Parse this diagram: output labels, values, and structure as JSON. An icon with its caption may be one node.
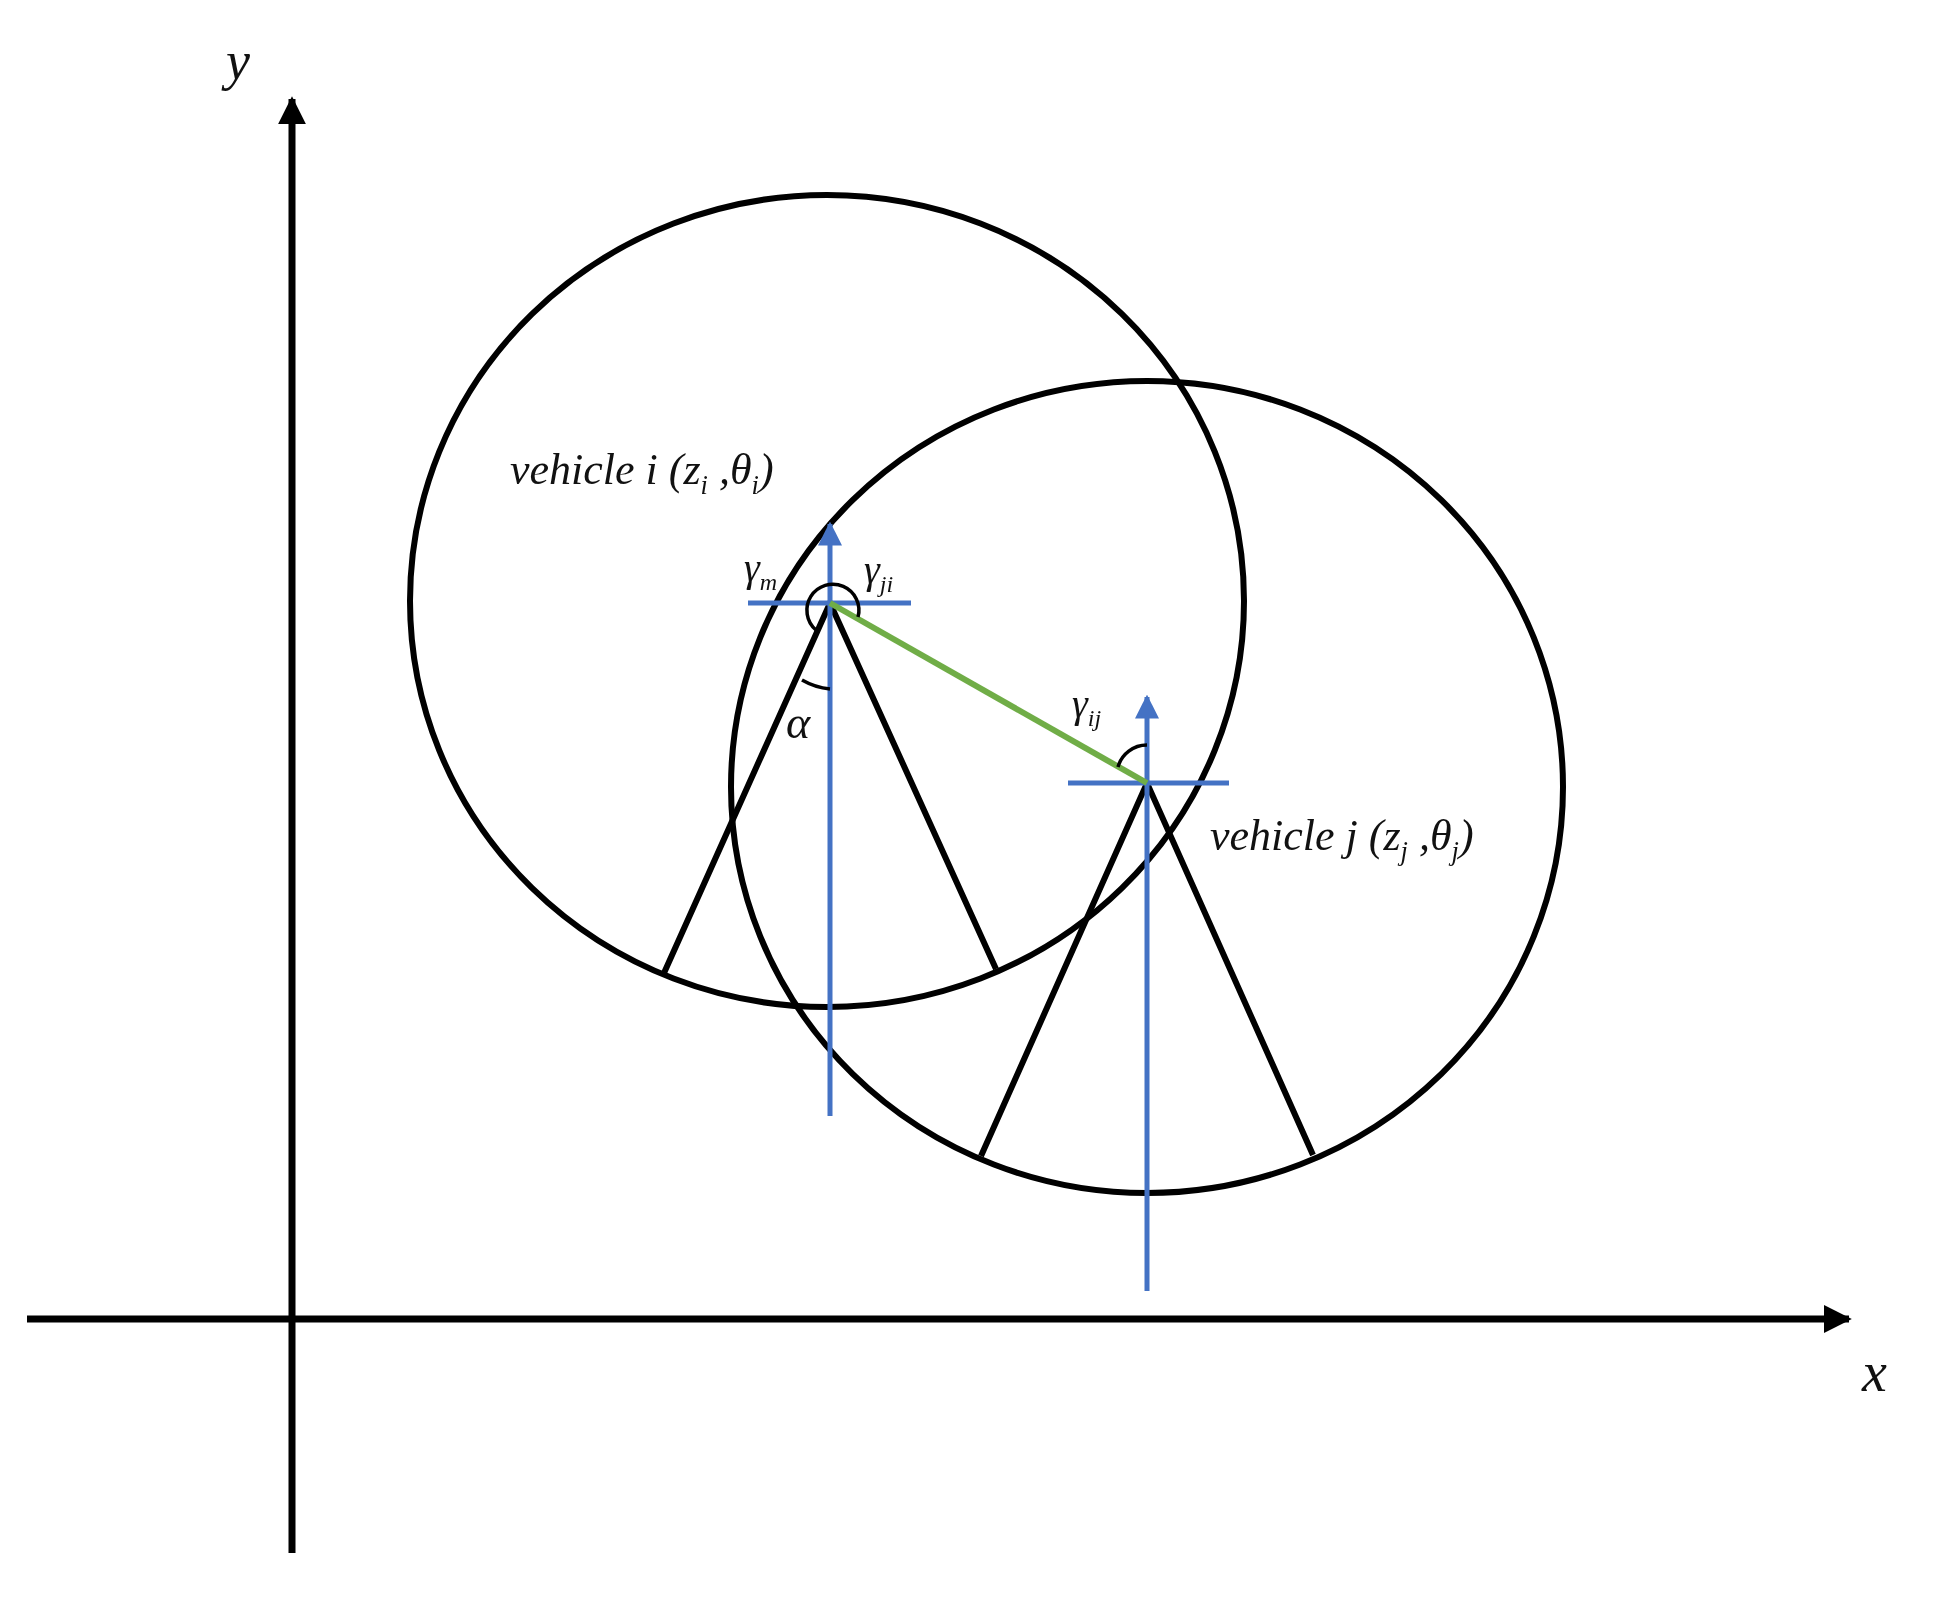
{
  "diagram": {
    "labels": [
      "y",
      "vehicle i (z$_{i}$ ,θ$_{i}$)",
      "γ$_{m}$",
      "γ$_{ji}$",
      "α",
      "γ$_{ij}$",
      "vehicle j (z$_{j}$ ,θ$_{j}$)",
      "x"
    ]
  }
}
